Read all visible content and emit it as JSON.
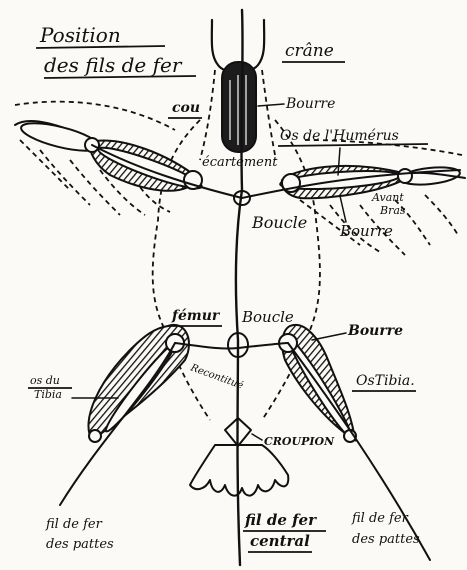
{
  "labels": {
    "title_line1": "Position",
    "title_line2": "des fils de fer",
    "crane": "crâne",
    "cou": "cou",
    "bourre_neck": "Bourre",
    "os_humerus": "Os de l'Humérus",
    "ecartement": "écartement",
    "avant_bras_1": "Avant",
    "avant_bras_2": "Bras",
    "boucle_upper": "Boucle",
    "bourre_wing": "Bourre",
    "femur": "fémur",
    "boucle_lower": "Boucle",
    "recontitue": "Recontitué",
    "bourre_leg": "Bourre",
    "os_du_tibia_1": "os du",
    "os_du_tibia_2": "Tibia",
    "os_tibia_right": "OsTibia.",
    "croupion": "CROUPION",
    "fil_pattes_left_1": "fil de fer",
    "fil_pattes_left_2": "des pattes",
    "fil_central_1": "fil de fer",
    "fil_central_2": "central",
    "fil_pattes_right_1": "fil de fer",
    "fil_pattes_right_2": "des pattes"
  }
}
